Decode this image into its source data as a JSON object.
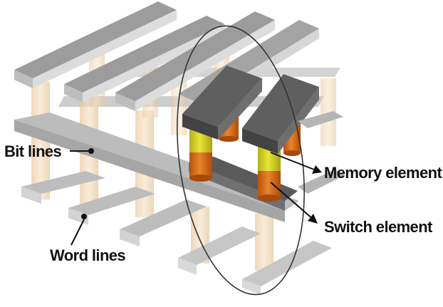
{
  "labels": {
    "bit_lines": "Bit lines",
    "word_lines": "Word lines",
    "memory_element": "Memory element",
    "switch_element": "Switch element"
  },
  "colors": {
    "bar_top": "#9a9a9a",
    "bar_side": "#cfcfcf",
    "bar_front": "#b4b4b4",
    "dark_bar_top": "#5a5a5a",
    "dark_bar_side": "#3f3f3f",
    "pillar_faded": "#f1d6b3",
    "memory_element": "#d6d21f",
    "switch_element": "#d9701a",
    "highlight_circle": "#333333",
    "callout_line": "#111111"
  }
}
